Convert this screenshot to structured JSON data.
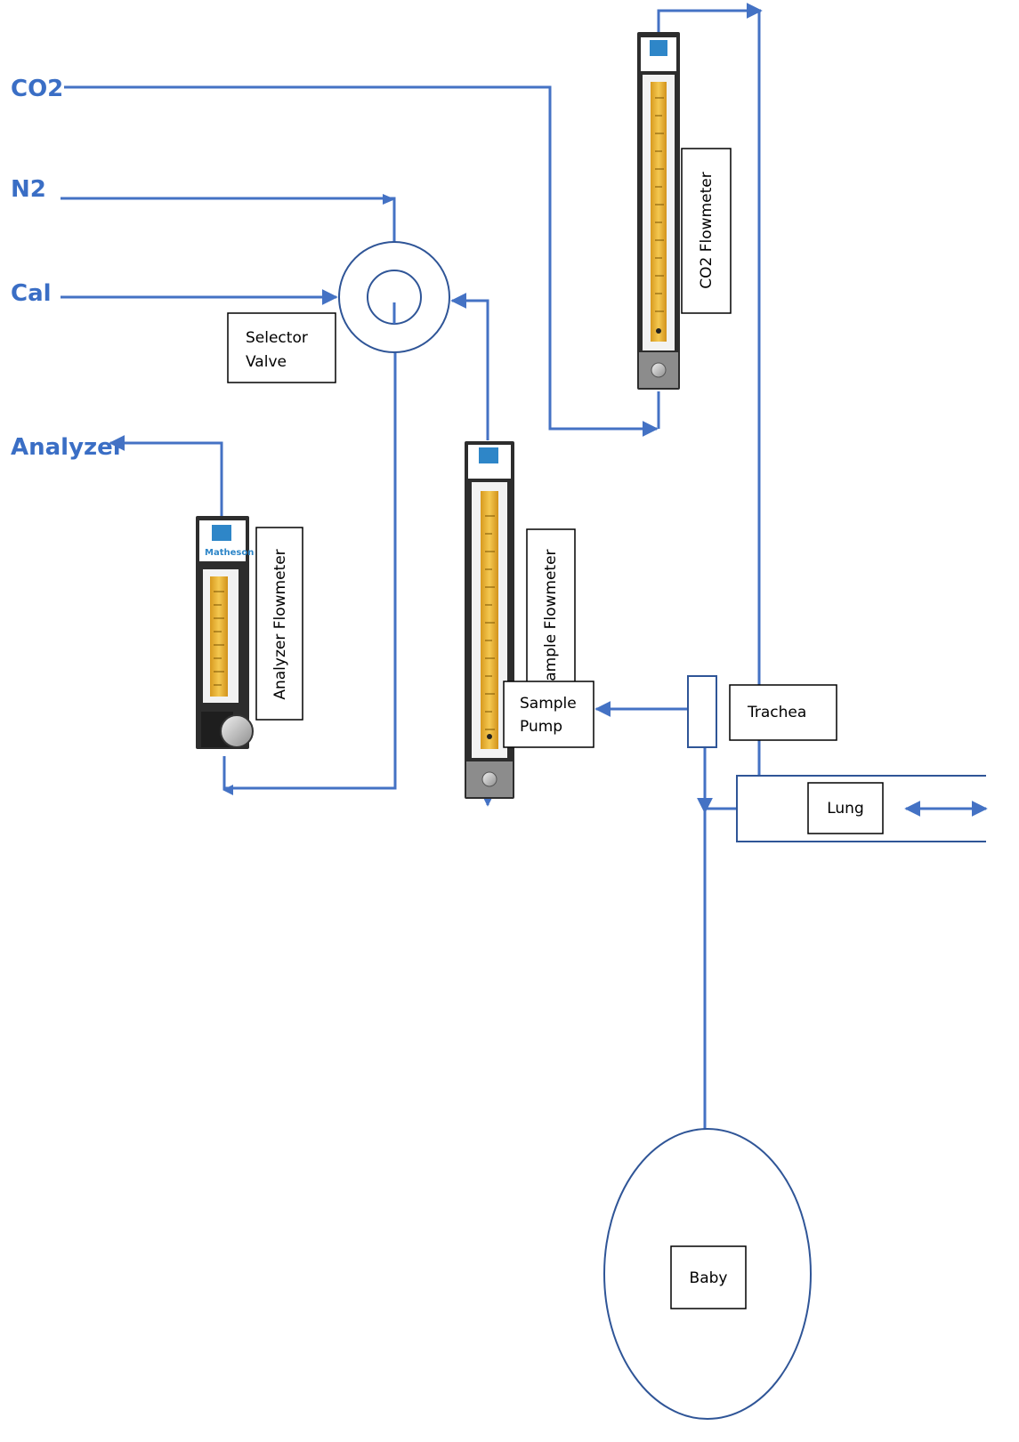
{
  "colors": {
    "line": "#4472c4",
    "source_label": "#3a6ec5",
    "box_border": "#000000",
    "tube_fill": "#e8b23a",
    "meter_body": "#2d2d2d"
  },
  "sources": {
    "co2": "CO2",
    "n2": "N2",
    "cal": "Cal",
    "analyzer": "Analyzer"
  },
  "boxes": {
    "selector_valve": [
      "Selector",
      "Valve"
    ],
    "co2_flowmeter": "CO2 Flowmeter",
    "sample_flowmeter": "Sample Flowmeter",
    "analyzer_flowmeter": "Analyzer Flowmeter",
    "lung": "Lung",
    "trachea": "Trachea",
    "sample_pump": [
      "Sample",
      "Pump"
    ],
    "baby": "Baby"
  },
  "meter_brand": "Matheson",
  "icons": [
    "flowmeter-icon",
    "matheson-logo-icon",
    "knob-icon",
    "arrowhead-icon"
  ]
}
